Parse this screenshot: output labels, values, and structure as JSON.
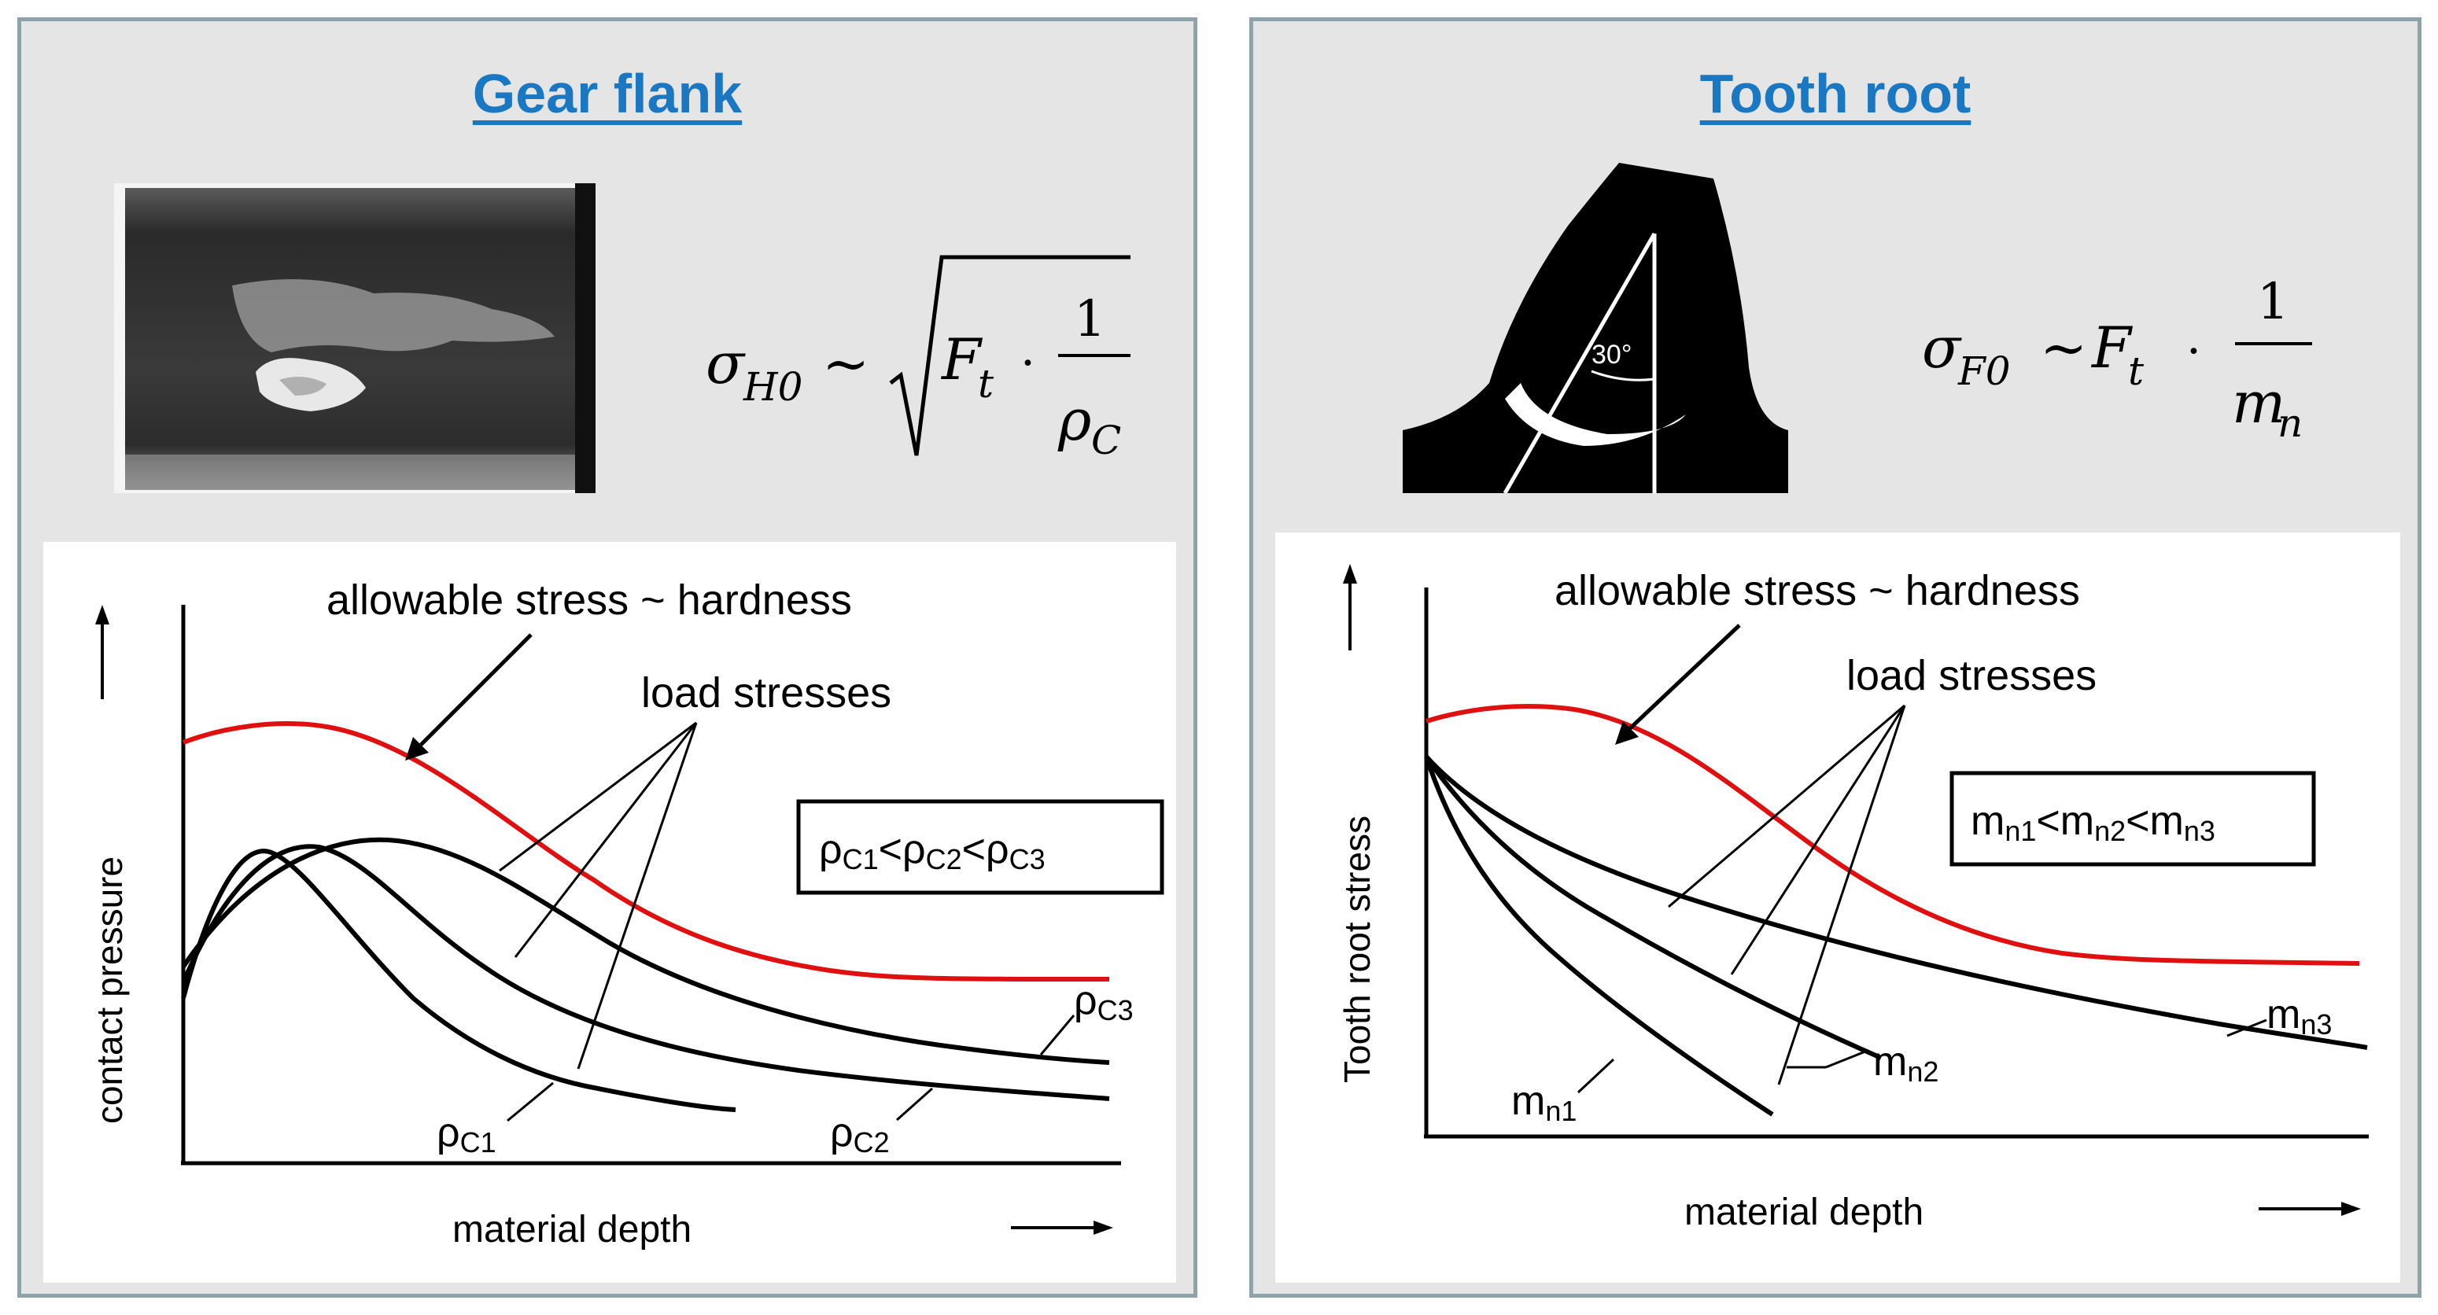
{
  "left_panel": {
    "title": "Gear flank",
    "formula": {
      "lhs": "σ",
      "lhs_sub": "H0",
      "rel": "~",
      "factor": "F",
      "factor_sub": "t",
      "dot": "·",
      "num": "1",
      "den": "ρ",
      "den_sub": "C"
    },
    "photo_alt": "pitting damage on gear flank",
    "chart": {
      "ylabel": "contact pressure",
      "xlabel": "material depth",
      "annotation_allowable": "allowable stress ~ hardness",
      "annotation_load": "load stresses",
      "legend": {
        "a": "ρ",
        "a_sub": "C1",
        "lt1": "<",
        "b": "ρ",
        "b_sub": "C2",
        "lt2": "<",
        "c": "ρ",
        "c_sub": "C3"
      },
      "curve_labels": [
        {
          "main": "ρ",
          "sub": "C1"
        },
        {
          "main": "ρ",
          "sub": "C2"
        },
        {
          "main": "ρ",
          "sub": "C3"
        }
      ]
    }
  },
  "right_panel": {
    "title": "Tooth root",
    "formula": {
      "lhs": "σ",
      "lhs_sub": "F0",
      "rel": "~",
      "factor": "F",
      "factor_sub": "t",
      "dot": "·",
      "num": "1",
      "den": "m",
      "den_sub": "n"
    },
    "angle_label": "30°",
    "chart": {
      "ylabel": "Tooth root stress",
      "xlabel": "material depth",
      "annotation_allowable": "allowable stress ~ hardness",
      "annotation_load": "load stresses",
      "legend": {
        "a": "m",
        "a_sub": "n1",
        "lt1": "<",
        "b": "m",
        "b_sub": "n2",
        "lt2": "<",
        "c": "m",
        "c_sub": "n3"
      },
      "curve_labels": [
        {
          "main": "m",
          "sub": "n1"
        },
        {
          "main": "m",
          "sub": "n2"
        },
        {
          "main": "m",
          "sub": "n3"
        }
      ]
    }
  },
  "colors": {
    "allowable_curve": "#e01010",
    "title": "#1a78c2",
    "panel_bg": "#e5e5e5",
    "panel_border": "#8ea3aa"
  }
}
